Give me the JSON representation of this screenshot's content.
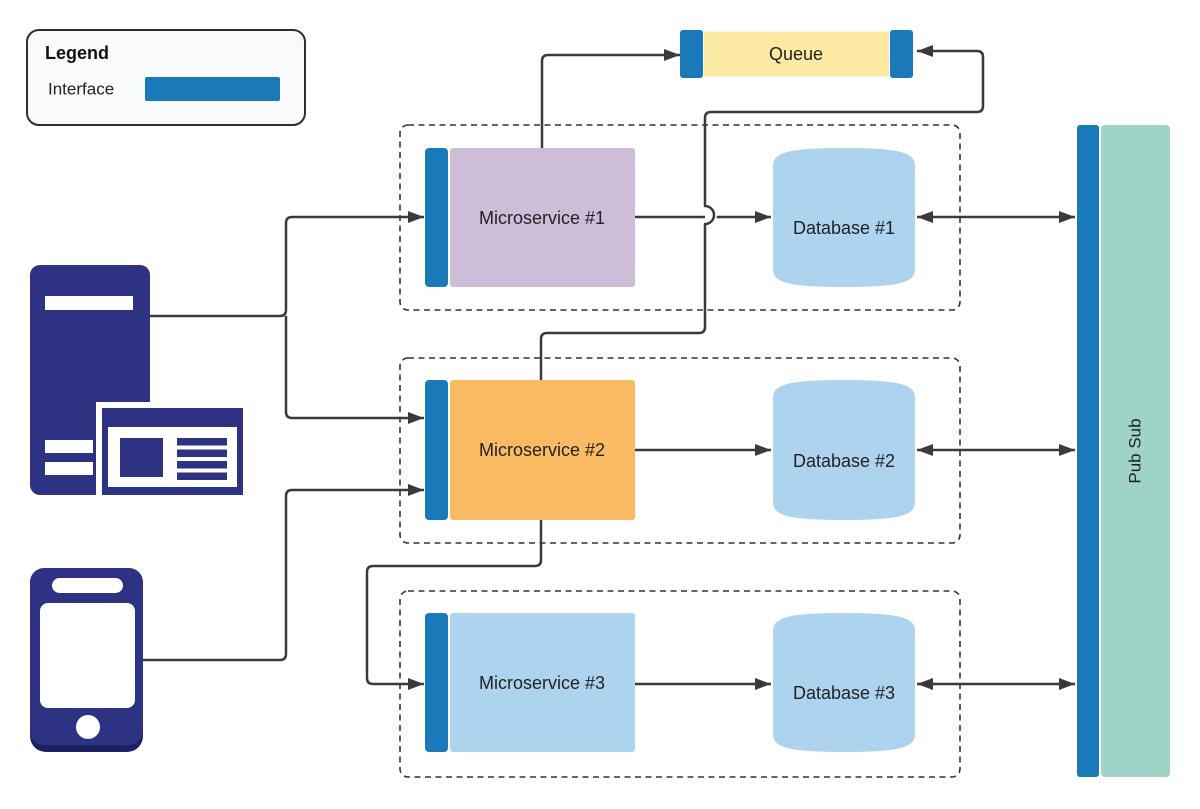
{
  "diagram": {
    "legend": {
      "title": "Legend",
      "interface_label": "Interface"
    },
    "queue_label": "Queue",
    "pubsub_label": "Pub Sub",
    "microservices": [
      "Microservice #1",
      "Microservice #2",
      "Microservice #3"
    ],
    "databases": [
      "Database #1",
      "Database #2",
      "Database #3"
    ],
    "icons": [
      "desktop-computer-icon",
      "mobile-phone-icon"
    ]
  },
  "colors": {
    "interface": "#1A79B8",
    "queue_fill": "#FBE9A4",
    "microservice1_fill": "#CEBDD9",
    "microservice2_fill": "#FBBB63",
    "microservice3_fill": "#ADD3EF",
    "database_fill": "#ADD3EF",
    "pubsub_fill": "#9ED4C7",
    "device": "#2D3282",
    "device_shadow": "#1C2161",
    "connector": "#3A3A3A",
    "legend_background": "#F8FAFC",
    "background": "#FFFFFF"
  }
}
